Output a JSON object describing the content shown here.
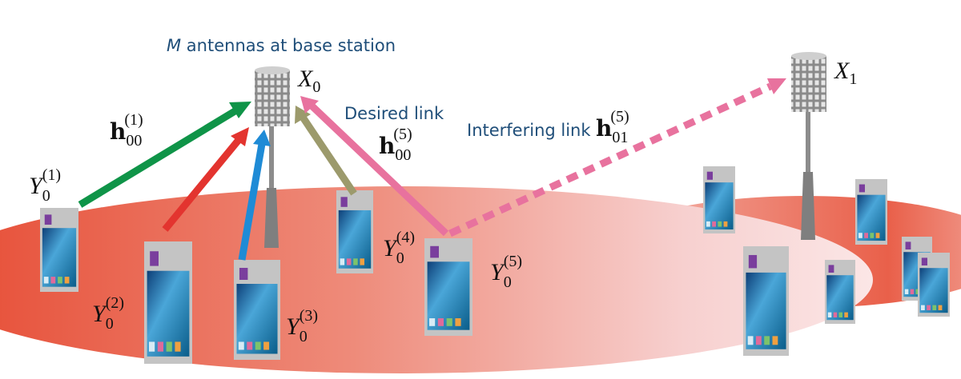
{
  "labels": {
    "base_station": "M antennas at base station",
    "base_station_M": "M",
    "base_station_rest": " antennas at base station",
    "desired_link": "Desired link",
    "interfering_link": "Interfering link"
  },
  "stations": [
    {
      "name": "X",
      "sub": "0"
    },
    {
      "name": "X",
      "sub": "1"
    }
  ],
  "channels": [
    {
      "symbol": "h",
      "sub": "00",
      "sup": "(1)"
    },
    {
      "symbol": "h",
      "sub": "00",
      "sup": "(5)"
    },
    {
      "symbol": "h",
      "sub": "01",
      "sup": "(5)"
    }
  ],
  "users": [
    {
      "name": "Y",
      "sub": "0",
      "sup": "(1)"
    },
    {
      "name": "Y",
      "sub": "0",
      "sup": "(2)"
    },
    {
      "name": "Y",
      "sub": "0",
      "sup": "(3)"
    },
    {
      "name": "Y",
      "sub": "0",
      "sup": "(4)"
    },
    {
      "name": "Y",
      "sub": "0",
      "sup": "(5)"
    }
  ],
  "colors": {
    "link_1": "#0f9448",
    "link_2": "#e3342f",
    "link_3": "#1f8bd6",
    "link_4": "#9c9a6c",
    "link_5": "#e8729e",
    "cell": "#e84e36",
    "text": "#1f4e79",
    "user_marker": "#7a3e9d"
  }
}
